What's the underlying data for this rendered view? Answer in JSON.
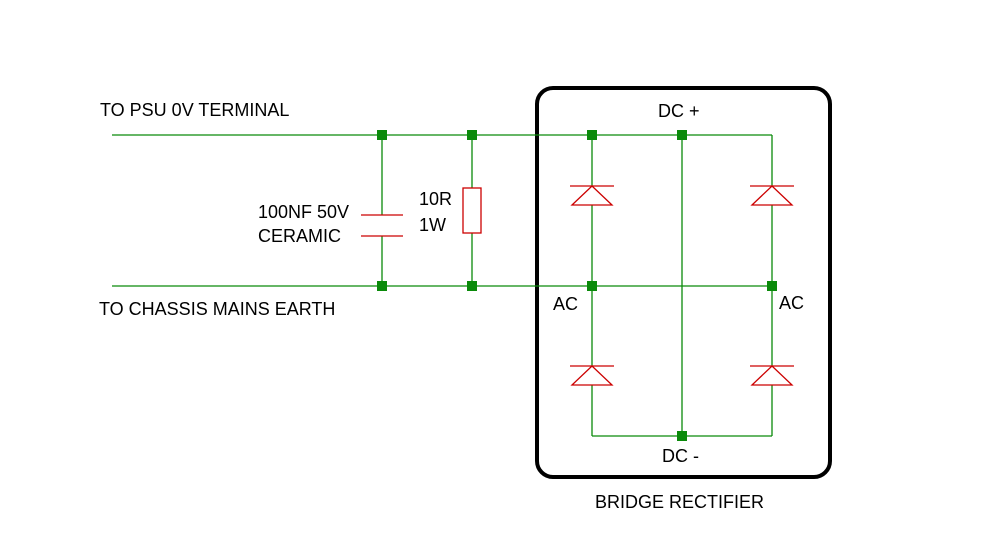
{
  "labels": {
    "psu_terminal": "TO PSU 0V TERMINAL",
    "chassis_earth": "TO CHASSIS MAINS EARTH",
    "capacitor_value": "100NF 50V",
    "capacitor_type": "CERAMIC",
    "resistor_value": "10R",
    "resistor_power": "1W",
    "dc_plus": "DC +",
    "dc_minus": "DC -",
    "ac_left": "AC",
    "ac_right": "AC",
    "bridge_caption": "BRIDGE RECTIFIER"
  },
  "colors": {
    "wire": "#0a8a0a",
    "junction": "#0a8a0a",
    "component": "#cc0000",
    "box": "#000000",
    "text": "#000000"
  }
}
